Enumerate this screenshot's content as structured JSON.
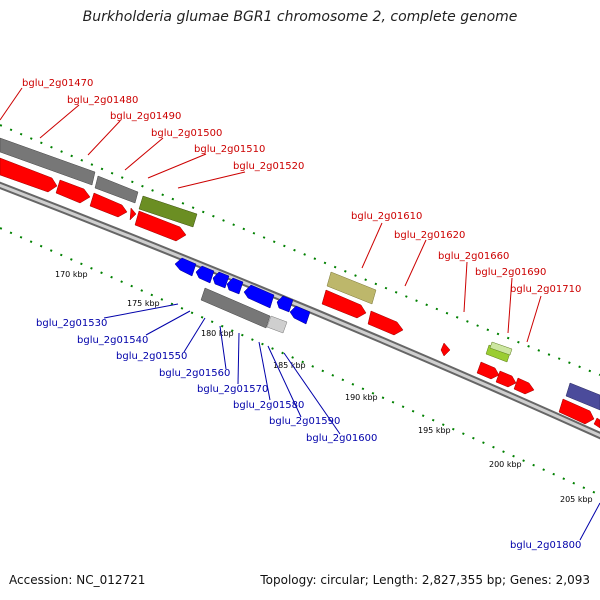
{
  "title": "Burkholderia glumae BGR1 chromosome 2, complete genome",
  "footer": {
    "accession": "Accession: NC_012721",
    "stats": "Topology: circular; Length: 2,827,355 bp; Genes: 2,093"
  },
  "colors": {
    "forward": "#ff0000",
    "reverse": "#0000ff",
    "pseudo": "#777777",
    "olive": "#6b8e23",
    "khaki": "#bdb76b",
    "lightgreen": "#9acd32",
    "navy": "#4b4b9b",
    "top_label": "#cc0000",
    "bottom_label": "#0000aa",
    "tick": "#008000"
  },
  "axis": {
    "ticks": [
      "170 kbp",
      "175 kbp",
      "180 kbp",
      "185 kbp",
      "190 kbp",
      "195 kbp",
      "200 kbp",
      "205 kbp"
    ]
  },
  "genes_top": [
    "bglu_2g01470",
    "bglu_2g01480",
    "bglu_2g01490",
    "bglu_2g01500",
    "bglu_2g01510",
    "bglu_2g01520",
    "bglu_2g01610",
    "bglu_2g01620",
    "bglu_2g01660",
    "bglu_2g01690",
    "bglu_2g01710"
  ],
  "genes_bottom": [
    "bglu_2g01530",
    "bglu_2g01540",
    "bglu_2g01550",
    "bglu_2g01560",
    "bglu_2g01570",
    "bglu_2g01580",
    "bglu_2g01590",
    "bglu_2g01600",
    "bglu_2g01800"
  ]
}
